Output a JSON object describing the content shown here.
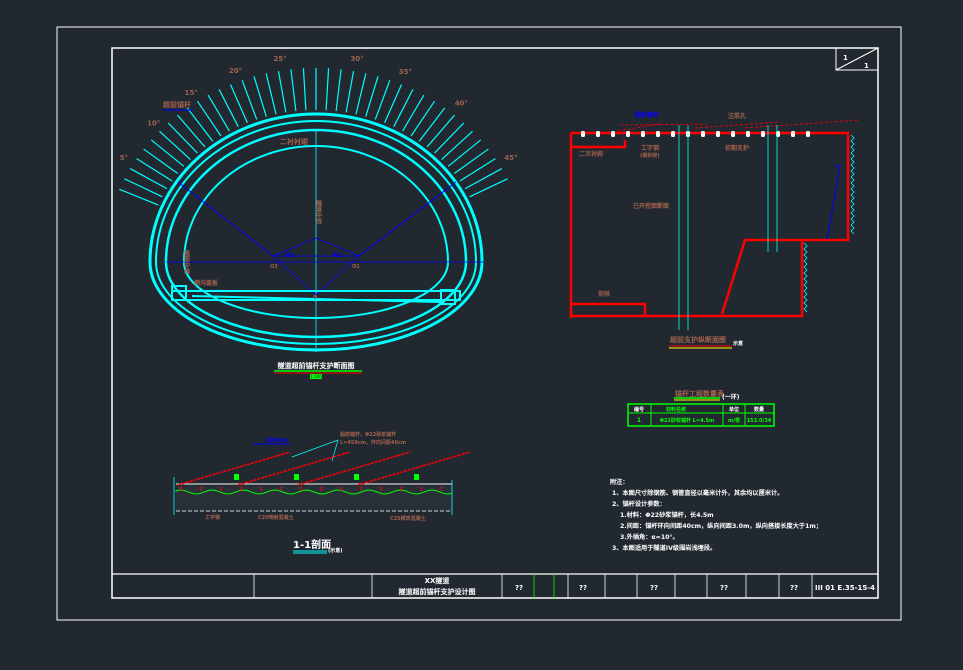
{
  "sheet": {
    "number": "1",
    "total": "1"
  },
  "tunnel_section": {
    "title": "隧道超前锚杆支护断面图",
    "scale": "1:100",
    "anchor_label": "超前锚杆",
    "lining_label": "二衬衬砌",
    "axis_label": "隧道中线",
    "road_label": "路面中线",
    "drain_label": "侧沟盖板",
    "angles": [
      "5°",
      "10°",
      "15°",
      "20°",
      "25°",
      "30°",
      "35°",
      "40°",
      "45°"
    ],
    "radius_labels": [
      "R1",
      "R2"
    ],
    "center_labels": [
      "O2",
      "O1",
      "O"
    ]
  },
  "long_section": {
    "title": "超前支护纵断面图",
    "note": "示意",
    "labels": {
      "anchor": "超前锚杆",
      "grout": "注浆孔",
      "steel": "工字钢",
      "steel_note": "(钢拱架)",
      "lining": "二次衬砌",
      "support": "初期支护",
      "face": "已开挖面断面",
      "invert": "仰拱"
    }
  },
  "quantity_table": {
    "title": "锚杆工程数量表",
    "subtitle": "(一环)",
    "headers": [
      "编号",
      "材料名称",
      "单位",
      "数量"
    ],
    "rows": [
      [
        "1",
        "Φ22砂浆锚杆 L=4.5m",
        "m/根",
        "153.0/34"
      ]
    ]
  },
  "section_11": {
    "title": "1-1剖面",
    "note": "(示意)",
    "labels": {
      "anchor": "超前锚杆，Φ22砂浆锚杆",
      "anchor2": "L=450cm，环向间距40cm",
      "steel": "工字钢",
      "shotcrete": "C20喷射混凝土",
      "concrete": "C25模筑混凝土",
      "spacing": "300cm"
    }
  },
  "notes": {
    "heading": "附注：",
    "items": [
      "1、本图尺寸除钢筋、钢管直径以毫米计外，其余均以厘米计。",
      "2、锚杆设计参数：",
      "1.材料：Φ22砂浆锚杆，长4.5m",
      "2.间距：锚杆环向间距40cm，纵向间距3.0m，纵向搭接长度大于1m；",
      "3.外插角：α=10°。",
      "3、本图适用于隧道IV级围岩浅埋段。"
    ]
  },
  "title_block": {
    "project": "XX隧道",
    "drawing": "隧道超前锚杆支护设计图",
    "cells": [
      "??",
      "??",
      "??",
      "??",
      "??"
    ],
    "code": "III 01 E.35-15-4"
  }
}
